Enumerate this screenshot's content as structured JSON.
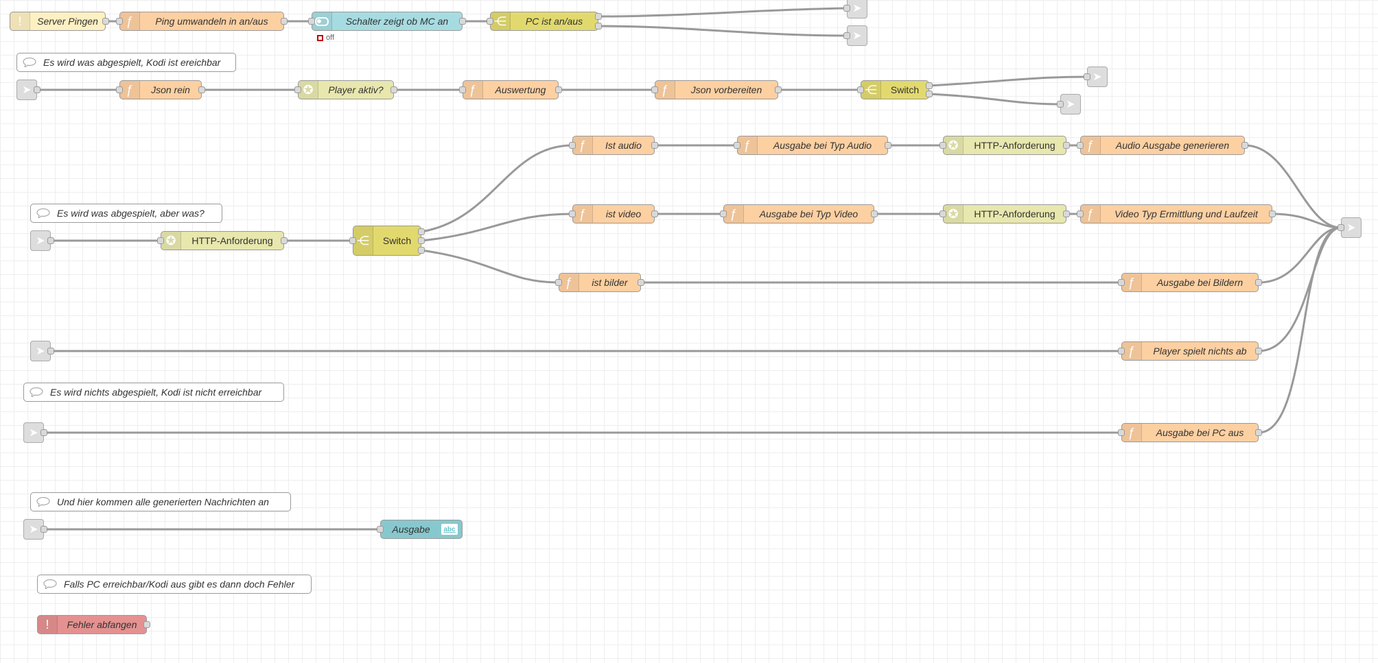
{
  "colors": {
    "function": "#fdd0a2",
    "switch": "#e2d96e",
    "http": "#e7e7ae",
    "catch": "#e49191",
    "dashboard": "#a6dce1",
    "debug": "#87c8ce",
    "ping": "#fdf0c2",
    "link": "#dddddd",
    "wire": "#999999"
  },
  "nodes": {
    "server_pingen": "Server Pingen",
    "ping_umwandeln": "Ping umwandeln in an/aus",
    "schalter": "Schalter zeigt ob MC an",
    "schalter_status": "off",
    "pc_ist_an_aus": "PC ist an/aus",
    "json_rein": "Json rein",
    "player_aktiv": "Player aktiv?",
    "auswertung": "Auswertung",
    "json_vorbereiten": "Json vorbereiten",
    "switch_1": "Switch",
    "http_1": "HTTP-Anforderung",
    "switch_2": "Switch",
    "ist_audio": "Ist audio",
    "ausgabe_audio": "Ausgabe bei Typ Audio",
    "http_audio": "HTTP-Anforderung",
    "audio_generieren": "Audio Ausgabe generieren",
    "ist_video": "ist video",
    "ausgabe_video": "Ausgabe bei Typ Video",
    "http_video": "HTTP-Anforderung",
    "video_typ": "Video Typ Ermittlung und Laufzeit",
    "ist_bilder": "ist bilder",
    "ausgabe_bildern": "Ausgabe bei Bildern",
    "player_nichts": "Player spielt nichts ab",
    "ausgabe_pc_aus": "Ausgabe bei PC aus",
    "ausgabe": "Ausgabe",
    "ausgabe_badge": "abc",
    "fehler_abfangen": "Fehler abfangen"
  },
  "comments": {
    "c1": "Es wird was abgespielt, Kodi ist ereichbar",
    "c2": "Es wird was abgespielt, aber was?",
    "c3": "Es wird nichts abgespielt, Kodi ist nicht erreichbar",
    "c4": "Und hier kommen alle generierten Nachrichten an",
    "c5": "Falls PC erreichbar/Kodi aus gibt es dann doch Fehler"
  },
  "icons": {
    "function": "function-icon",
    "switch": "switch-icon",
    "http": "globe-icon",
    "link": "link-icon",
    "comment": "comment-icon",
    "catch": "alert-icon",
    "toggle": "toggle-icon",
    "debug": "debug-icon"
  }
}
